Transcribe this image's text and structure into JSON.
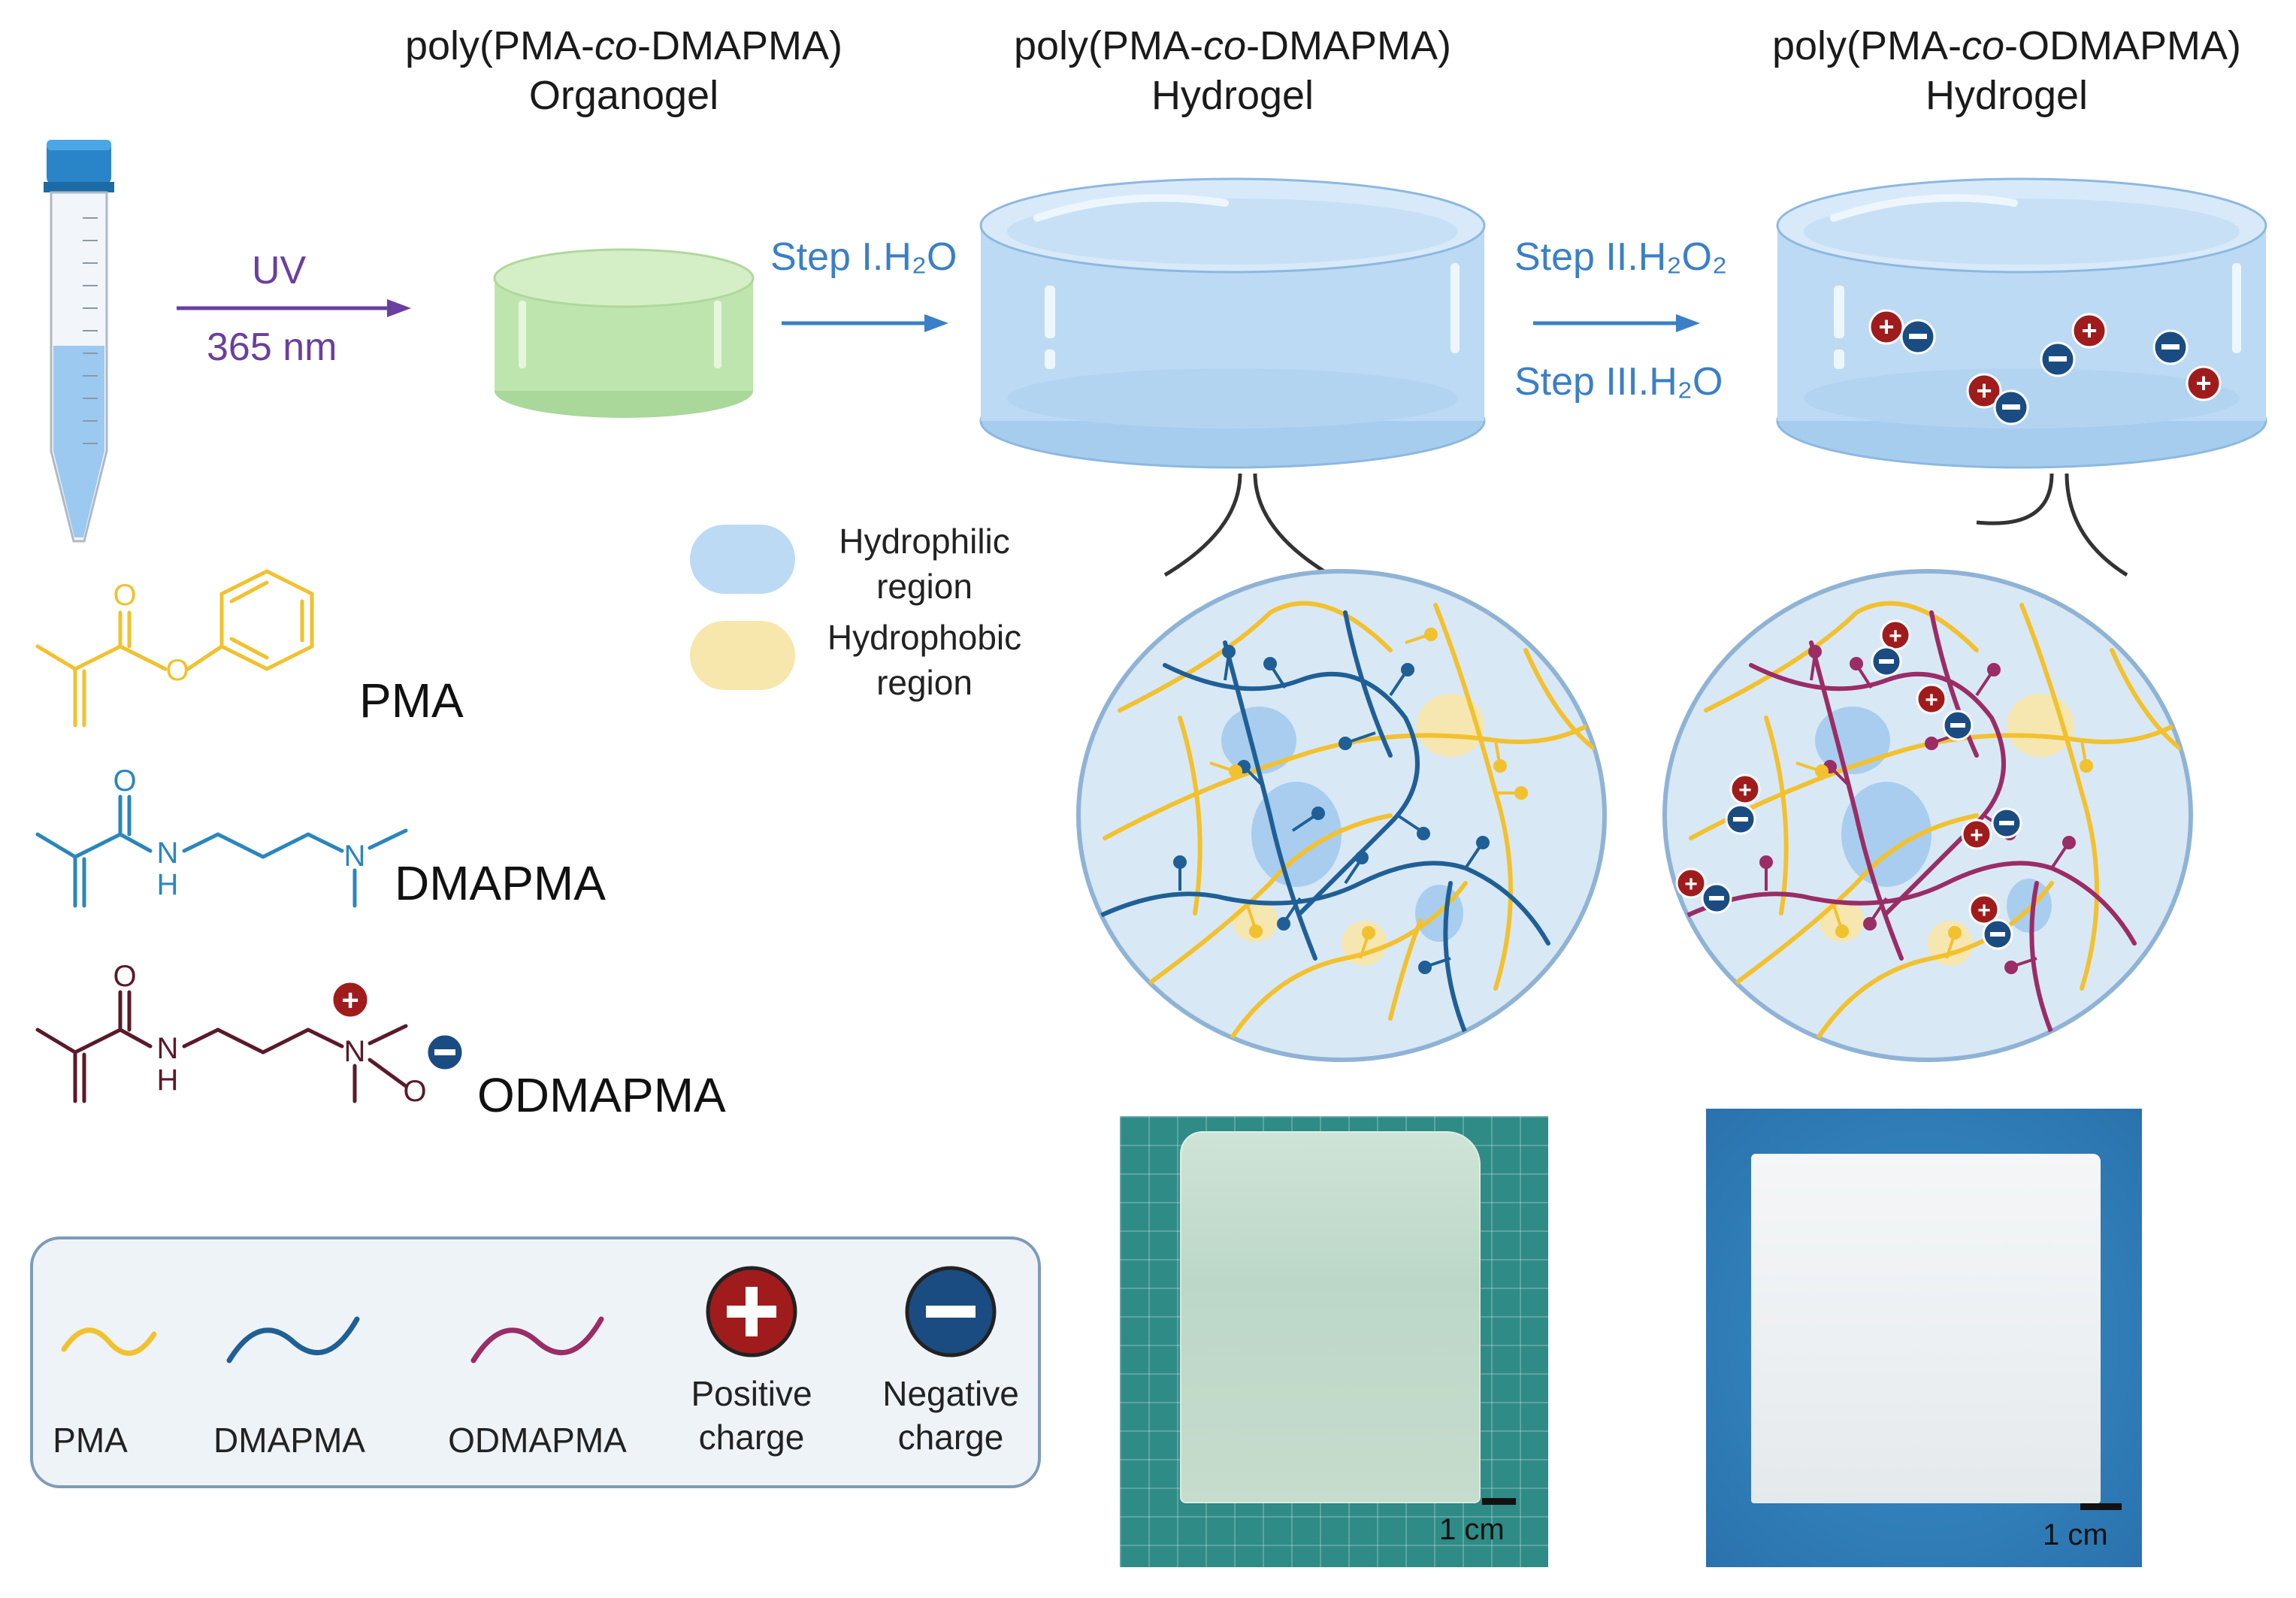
{
  "titles": {
    "organogel": {
      "pre": "poly(PMA-",
      "ital": "co",
      "post": "-DMAPMA)",
      "sub": "Organogel"
    },
    "hydrogel1": {
      "pre": "poly(PMA-",
      "ital": "co",
      "post": "-DMAPMA)",
      "sub": "Hydrogel"
    },
    "hydrogel2": {
      "pre": "poly(PMA-",
      "ital": "co",
      "post": "-ODMAPMA)",
      "sub": "Hydrogel"
    }
  },
  "steps": {
    "uv": "UV",
    "wavelength": "365 nm",
    "step1": "Step I.H₂O",
    "step2": "Step II.H₂O₂",
    "step3": "Step III.H₂O"
  },
  "regions": {
    "hydrophilic": "Hydrophilic region",
    "hydrophobic": "Hydrophobic region"
  },
  "monomers": {
    "pma": "PMA",
    "dmapma": "DMAPMA",
    "odmapma": "ODMAPMA",
    "atoms": {
      "o": "O",
      "n": "N",
      "h": "H"
    }
  },
  "legend": {
    "pma": "PMA",
    "dmapma": "DMAPMA",
    "odmapma": "ODMAPMA",
    "positive": "Positive charge",
    "negative": "Negative charge"
  },
  "scale_bar": "1 cm",
  "colors": {
    "pma": "#f2c12e",
    "dmapma": "#1f5f96",
    "odmapma": "#9a2c66",
    "positive": "#a01c1c",
    "negative": "#1a4c82",
    "arrow_blue": "#3a7fc8",
    "arrow_purple": "#6a3fa0"
  }
}
